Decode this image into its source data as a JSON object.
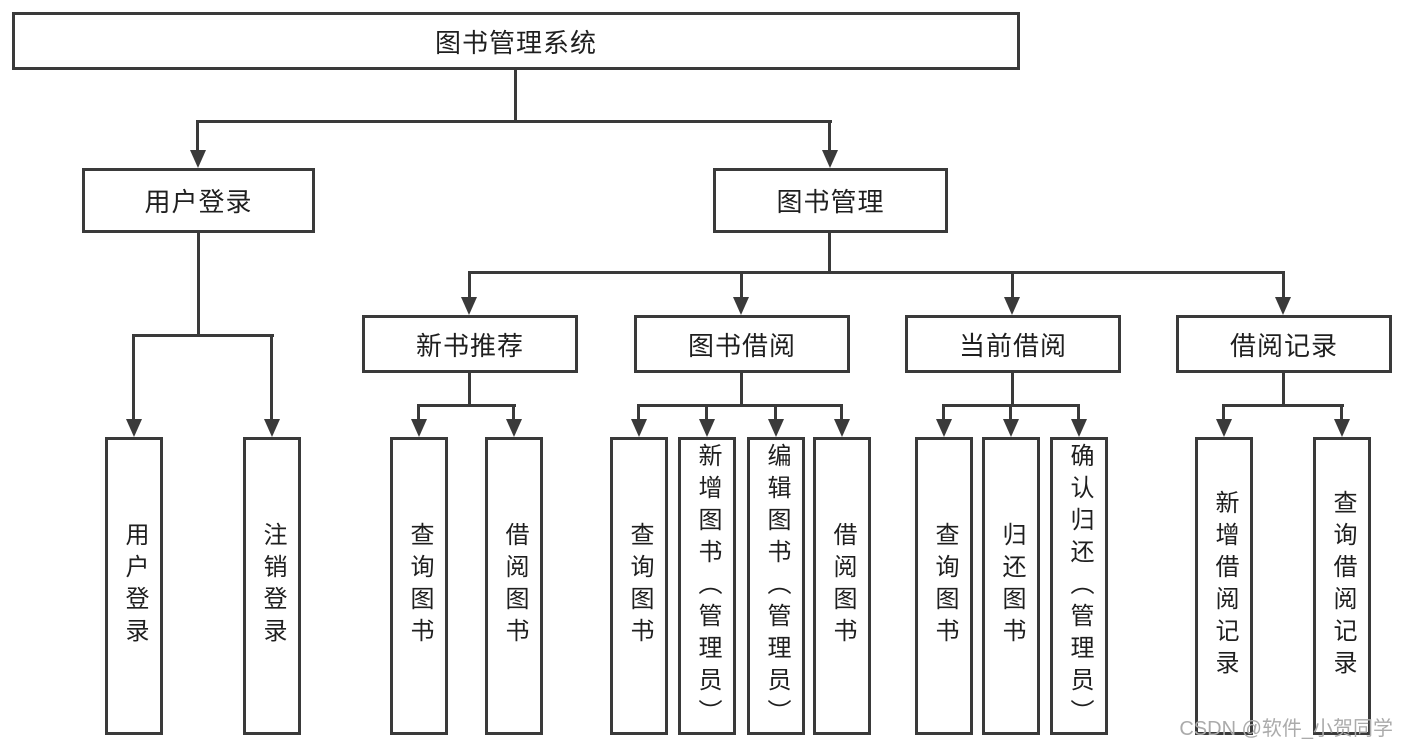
{
  "tree": {
    "label": "图书管理系统",
    "children": [
      {
        "label": "用户登录",
        "children": [
          {
            "label": "用户登录"
          },
          {
            "label": "注销登录"
          }
        ]
      },
      {
        "label": "图书管理",
        "children": [
          {
            "label": "新书推荐",
            "children": [
              {
                "label": "查询图书"
              },
              {
                "label": "借阅图书"
              }
            ]
          },
          {
            "label": "图书借阅",
            "children": [
              {
                "label": "查询图书"
              },
              {
                "label": "新增图书（管理员）"
              },
              {
                "label": "编辑图书（管理员）"
              },
              {
                "label": "借阅图书"
              }
            ]
          },
          {
            "label": "当前借阅",
            "children": [
              {
                "label": "查询图书"
              },
              {
                "label": "归还图书"
              },
              {
                "label": "确认归还（管理员）"
              }
            ]
          },
          {
            "label": "借阅记录",
            "children": [
              {
                "label": "新增借阅记录"
              },
              {
                "label": "查询借阅记录"
              }
            ]
          }
        ]
      }
    ]
  },
  "watermark": {
    "text": "CSDN @软件_小贺同学"
  },
  "colors": {
    "line": "#3a3a3a",
    "text": "#1f1f1f",
    "watermark": "#ababab",
    "background": "#ffffff"
  }
}
